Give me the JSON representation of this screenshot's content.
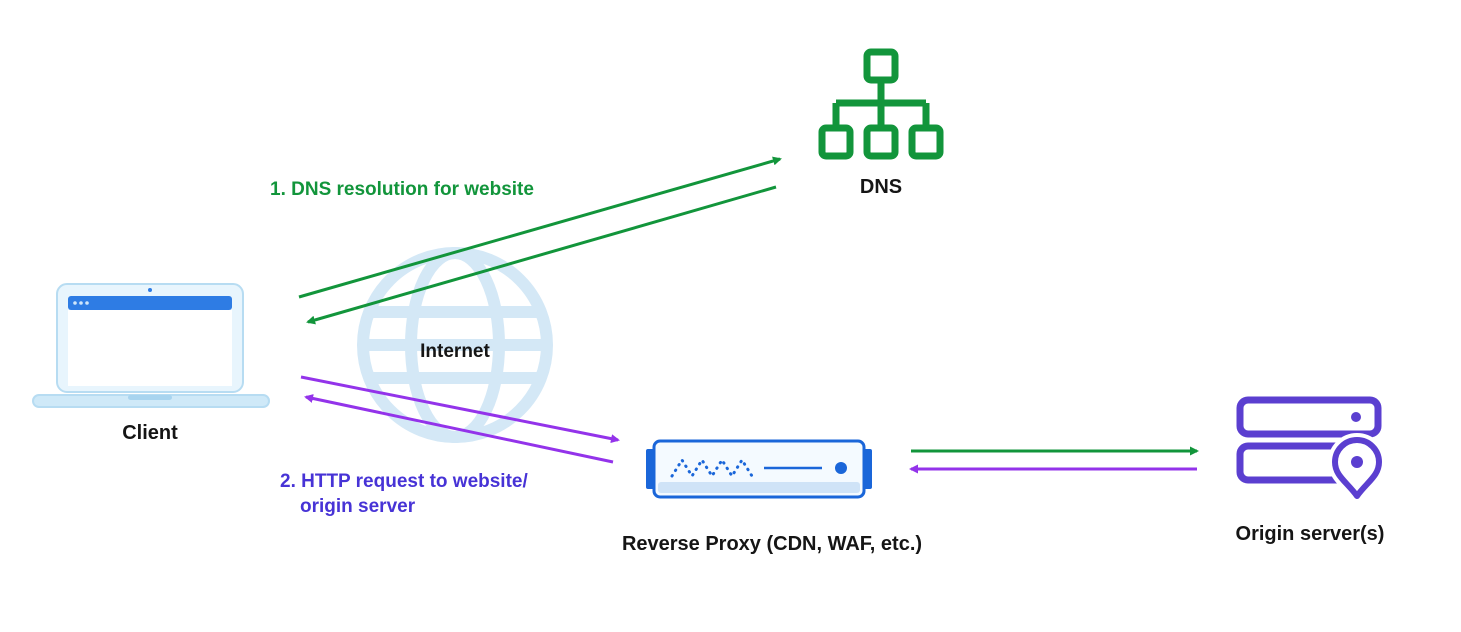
{
  "diagram": {
    "type": "network-flow-diagram",
    "nodes": {
      "client": {
        "label": "Client",
        "icon": "laptop-icon"
      },
      "internet": {
        "label": "Internet",
        "icon": "globe-icon"
      },
      "dns": {
        "label": "DNS",
        "icon": "dns-tree-icon"
      },
      "reverse_proxy": {
        "label": "Reverse Proxy (CDN, WAF, etc.)",
        "icon": "proxy-server-icon"
      },
      "origin": {
        "label": "Origin server(s)",
        "icon": "server-stack-pin-icon"
      }
    },
    "annotations": {
      "step1": "1. DNS resolution for website",
      "step2_line1": "2. HTTP request to website/",
      "step2_line2": "origin server"
    },
    "edges": [
      {
        "from": "client",
        "to": "dns",
        "color": "green",
        "direction": "to-dns"
      },
      {
        "from": "dns",
        "to": "client",
        "color": "green",
        "direction": "to-client"
      },
      {
        "from": "client",
        "to": "reverse_proxy",
        "color": "purple",
        "direction": "to-proxy"
      },
      {
        "from": "reverse_proxy",
        "to": "client",
        "color": "purple",
        "direction": "to-client"
      },
      {
        "from": "reverse_proxy",
        "to": "origin",
        "color": "green",
        "direction": "to-origin"
      },
      {
        "from": "origin",
        "to": "reverse_proxy",
        "color": "purple",
        "direction": "to-proxy"
      }
    ],
    "colors": {
      "green": "#12953B",
      "purple_arrow": "#9333EA",
      "step2_text": "#4733D6",
      "proxy_blue": "#1A66D9",
      "origin_purple": "#5B3FD0",
      "laptop_blue": "#2E7CE4",
      "laptop_fill": "#DCF0FB",
      "globe_blue": "#D4E8F6",
      "label_text": "#151515",
      "background": "#FFFFFF"
    }
  }
}
